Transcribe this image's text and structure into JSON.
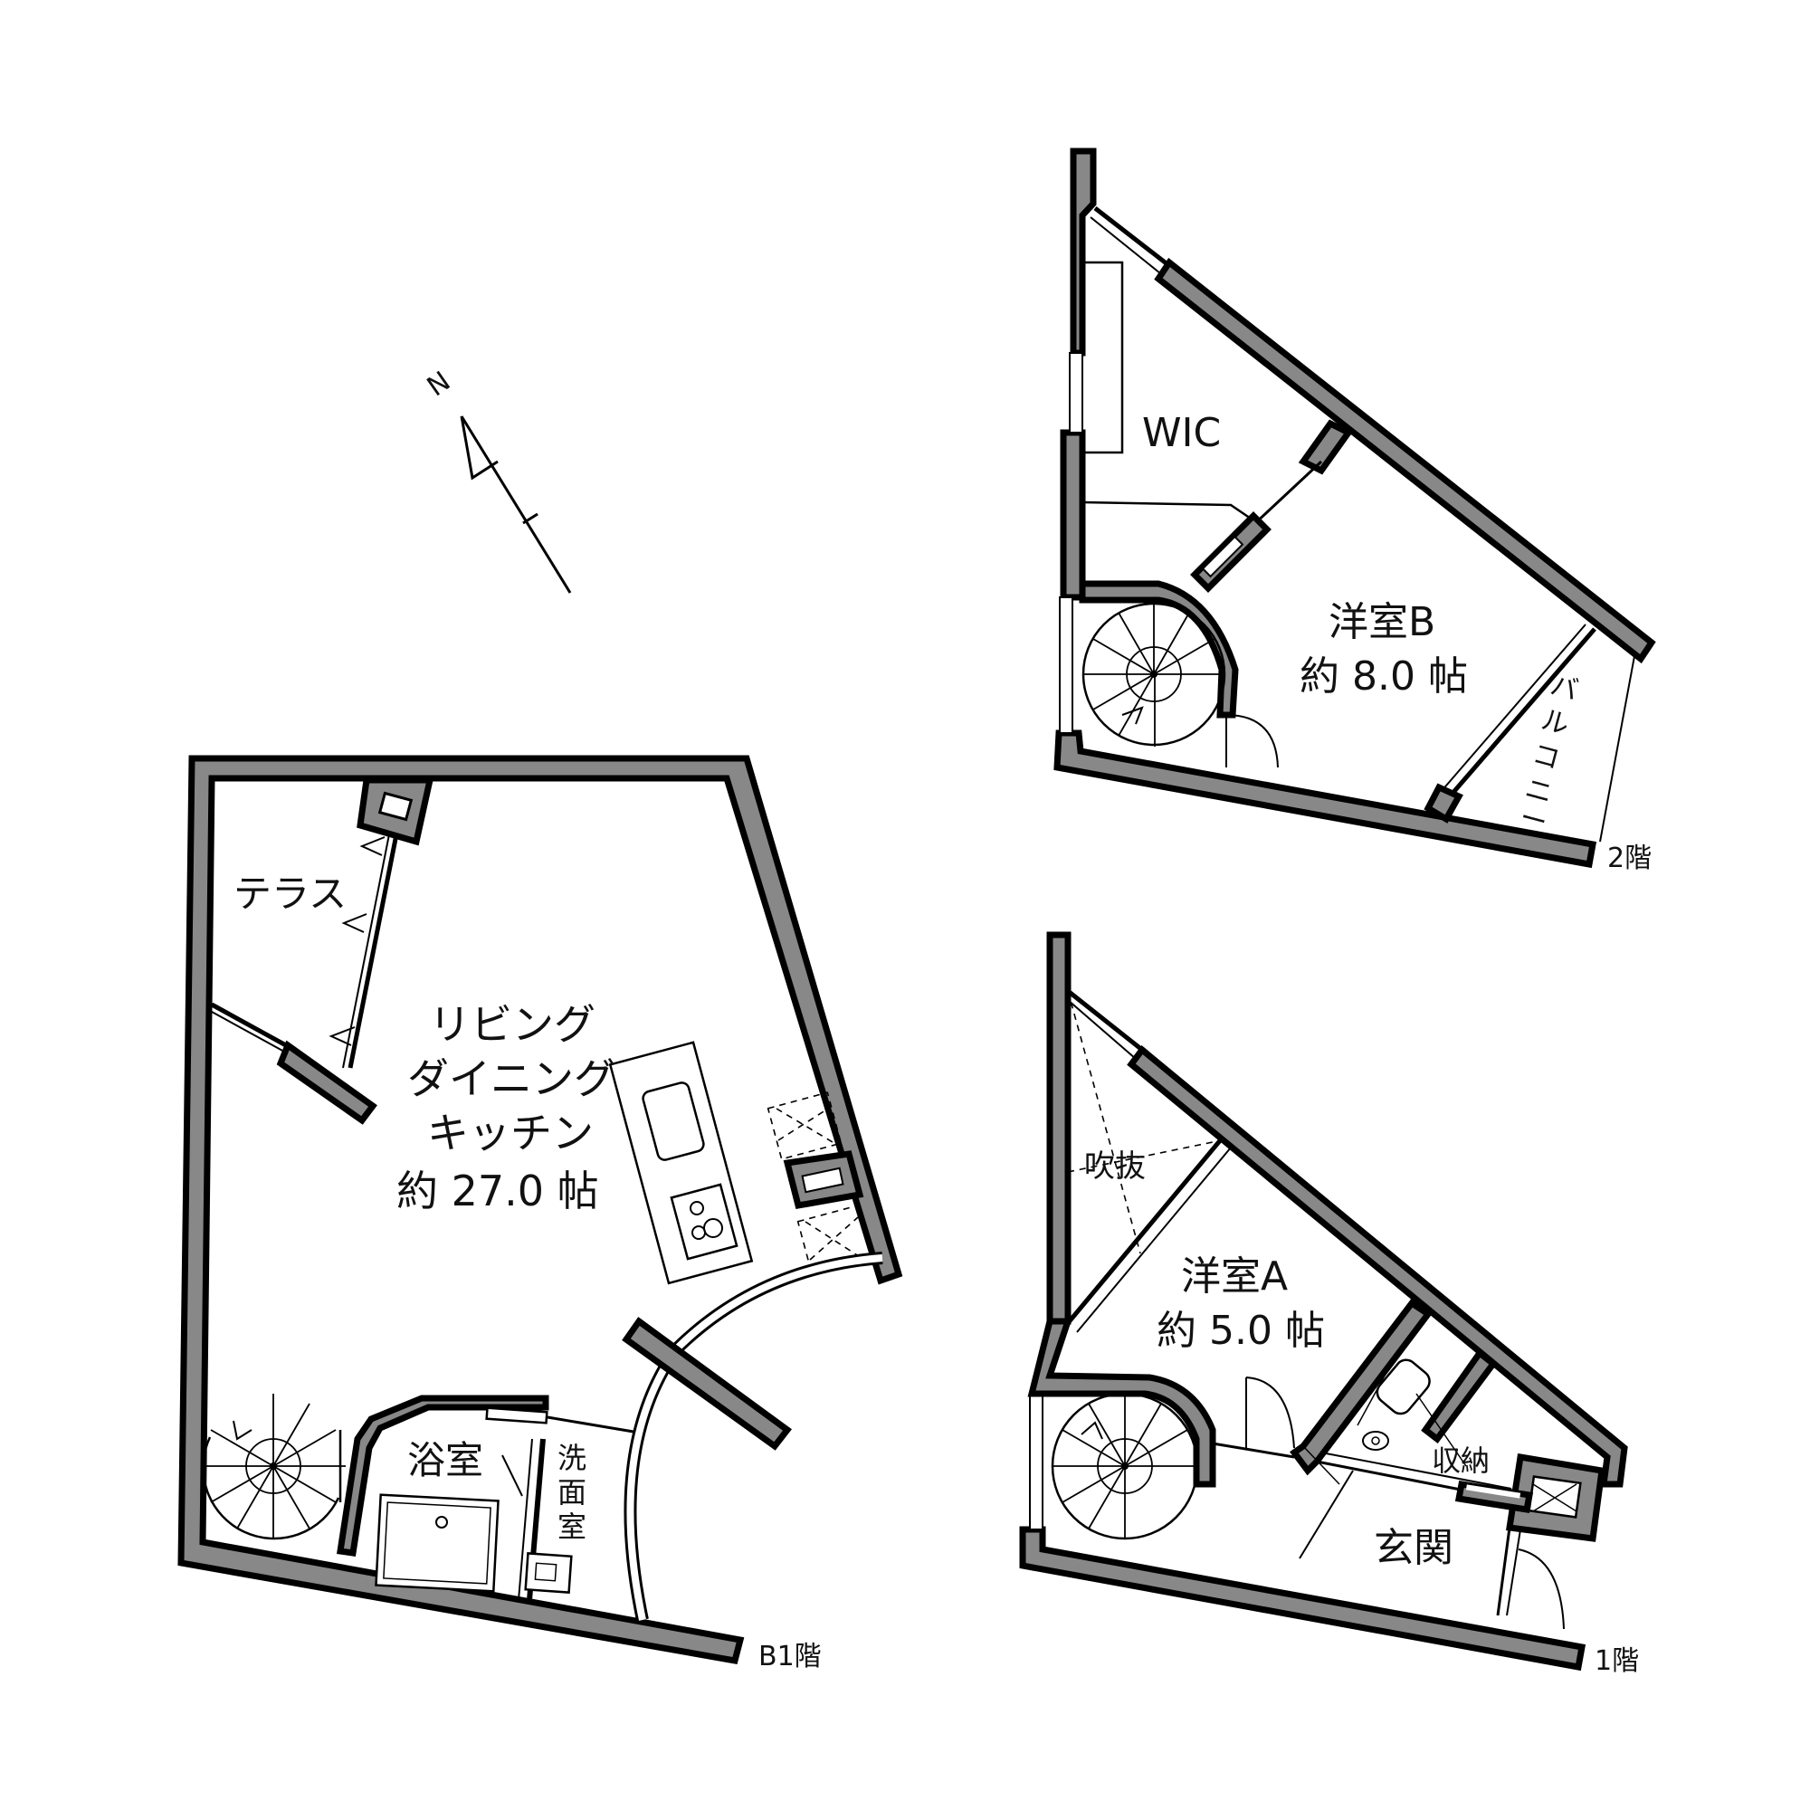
{
  "compass": {
    "label": "N"
  },
  "floors": {
    "b1": {
      "label": "B1階",
      "rooms": {
        "terrace": "テラス",
        "ldk_line1": "リビング",
        "ldk_line2": "ダイニング",
        "ldk_line3": "キッチン",
        "ldk_size": "約 27.0 帖",
        "bath": "浴室",
        "wash_1": "洗",
        "wash_2": "面",
        "wash_3": "室"
      }
    },
    "f1": {
      "label": "1階",
      "rooms": {
        "void": "吹抜",
        "western_a": "洋室A",
        "western_a_size": "約 5.0 帖",
        "storage": "収納",
        "entrance": "玄関"
      }
    },
    "f2": {
      "label": "2階",
      "rooms": {
        "wic": "WIC",
        "western_b": "洋室B",
        "western_b_size": "約 8.0 帖",
        "balcony_1": "バ",
        "balcony_2": "ル",
        "balcony_3": "コ",
        "balcony_4": "ニ",
        "balcony_5": "ー"
      }
    }
  }
}
